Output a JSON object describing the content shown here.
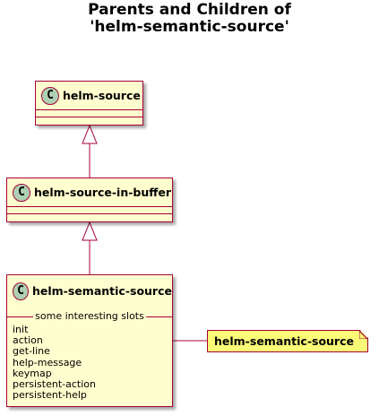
{
  "title": [
    "Parents and Children of",
    "'helm-semantic-source'"
  ],
  "classes": [
    {
      "name": "helm-source",
      "stereotype": "C"
    },
    {
      "name": "helm-source-in-buffer",
      "stereotype": "C"
    },
    {
      "name": "helm-semantic-source",
      "stereotype": "C",
      "section_label": "some interesting slots",
      "slots": [
        "init",
        "action",
        "get-line",
        "help-message",
        "keymap",
        "persistent-action",
        "persistent-help"
      ]
    }
  ],
  "note": {
    "text": "helm-semantic-source"
  },
  "colors": {
    "class_fill": "#FEFECE",
    "border": "#A80036",
    "circle": "#ADD1B2",
    "note_fill": "#FBFB77"
  }
}
